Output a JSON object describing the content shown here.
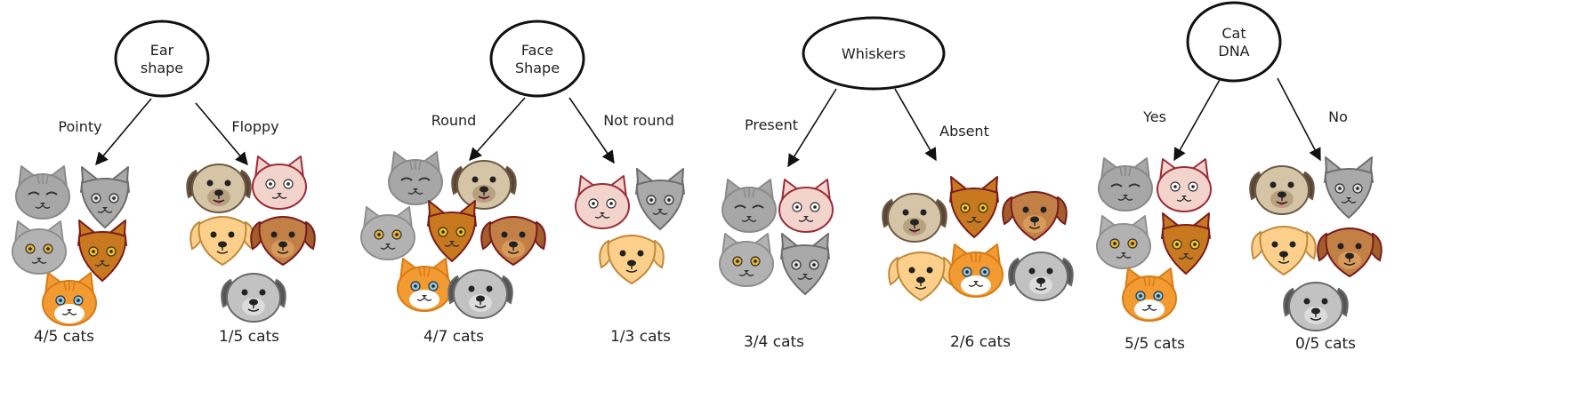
{
  "trees": [
    {
      "node_label": [
        "Ear",
        "shape"
      ],
      "left": {
        "edge_label": "Pointy",
        "animals": [
          "gray-tabby-cat",
          "gray-wolf-cat",
          "gray-round-cat",
          "brown-cat",
          "orange-white-cat"
        ],
        "result": "4/5 cats"
      },
      "right": {
        "edge_label": "Floppy",
        "animals": [
          "pug-dog",
          "pink-cat",
          "yellow-dog",
          "brown-dog",
          "gray-dog"
        ],
        "result": "1/5 cats"
      }
    },
    {
      "node_label": [
        "Face",
        "Shape"
      ],
      "left": {
        "edge_label": "Round",
        "animals": [
          "gray-tabby-cat",
          "pug-dog",
          "gray-round-cat",
          "brown-cat",
          "brown-dog",
          "orange-white-cat",
          "gray-dog"
        ],
        "result": "4/7 cats"
      },
      "right": {
        "edge_label": "Not round",
        "animals": [
          "pink-cat",
          "gray-wolf-cat",
          "yellow-dog"
        ],
        "result": "1/3 cats"
      }
    },
    {
      "node_label": [
        "Whiskers"
      ],
      "left": {
        "edge_label": "Present",
        "animals": [
          "gray-tabby-cat",
          "pink-cat",
          "gray-round-cat",
          "gray-wolf-cat"
        ],
        "result": "3/4 cats"
      },
      "right": {
        "edge_label": "Absent",
        "animals": [
          "pug-dog",
          "brown-cat",
          "brown-dog",
          "yellow-dog",
          "orange-white-cat",
          "gray-dog"
        ],
        "result": "2/6 cats"
      }
    },
    {
      "node_label": [
        "Cat",
        "DNA"
      ],
      "left": {
        "edge_label": "Yes",
        "animals": [
          "gray-tabby-cat",
          "pink-cat",
          "gray-round-cat",
          "brown-cat",
          "orange-white-cat"
        ],
        "result": "5/5 cats"
      },
      "right": {
        "edge_label": "No",
        "animals": [
          "pug-dog",
          "gray-wolf-cat",
          "yellow-dog",
          "brown-dog",
          "gray-dog"
        ],
        "result": "0/5 cats"
      }
    }
  ]
}
